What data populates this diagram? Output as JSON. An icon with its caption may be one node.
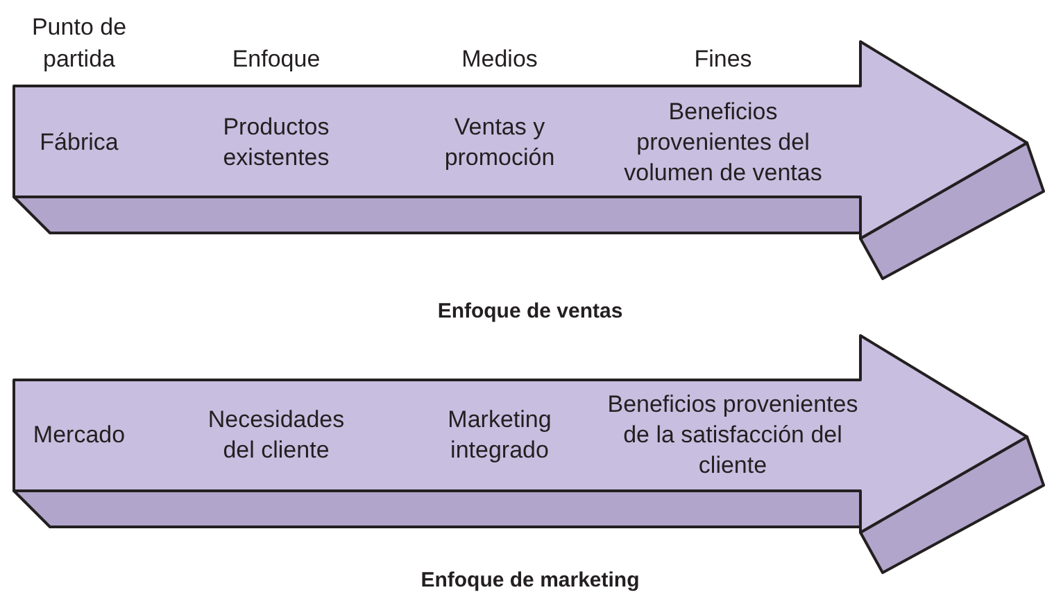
{
  "diagram": {
    "nodes": [
      {
        "text": [
          "Fábrica",
          "Productos existentes",
          "Ventas y promoción",
          "Beneficios provenientes del volumen de ventas"
        ]
      },
      {
        "text": [
          "Mercado",
          "Necesidades del cliente",
          "Marketing integrado",
          "Beneficios provenientes de la satisfacción del cliente"
        ]
      }
    ],
    "labels": [
      "Punto de partida",
      "Enfoque",
      "Medios",
      "Fines",
      "Enfoque de ventas",
      "Enfoque de marketing"
    ]
  }
}
